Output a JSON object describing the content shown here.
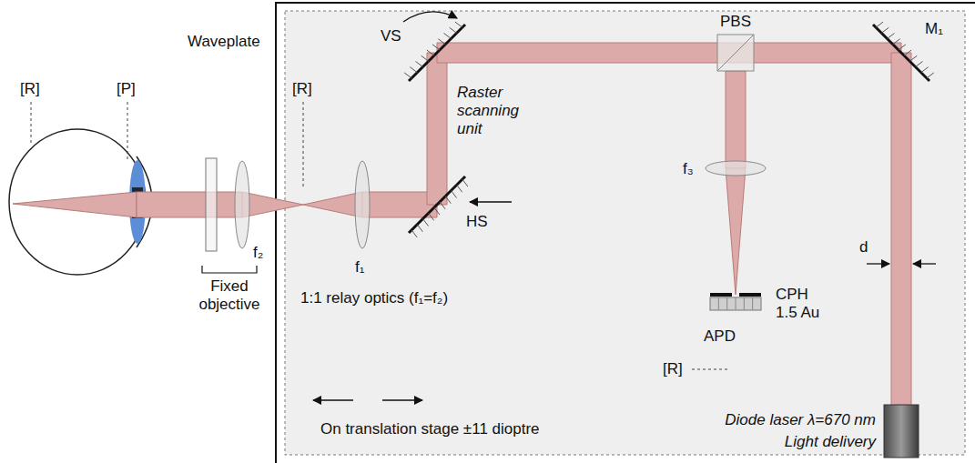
{
  "diagram": {
    "labels": [
      "[R]",
      "[P]",
      "Waveplate",
      "f₂",
      "Fixed objective",
      "[R]",
      "f₁",
      "1:1 relay optics (f₁=f₂)",
      "VS",
      "Raster scanning unit",
      "HS",
      "PBS",
      "M₁",
      "f₃",
      "d",
      "CPH 1.5 Au",
      "APD",
      "[R]",
      "Diode laser λ=670 nm",
      "Light delivery",
      "On translation stage ±11 dioptre"
    ]
  }
}
